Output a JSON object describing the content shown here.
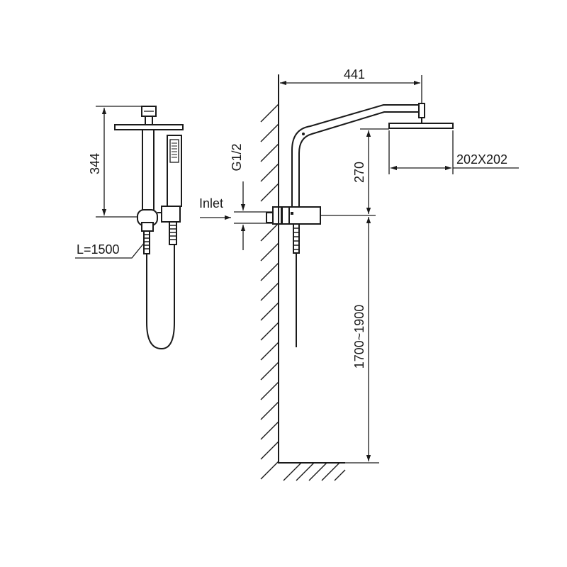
{
  "labels": {
    "height_344": "344",
    "hose_length": "L=1500",
    "inlet": "Inlet",
    "thread": "G1/2",
    "arm_reach": "441",
    "head_size": "202X202",
    "head_drop": "270",
    "mount_height": "1700~1900"
  }
}
